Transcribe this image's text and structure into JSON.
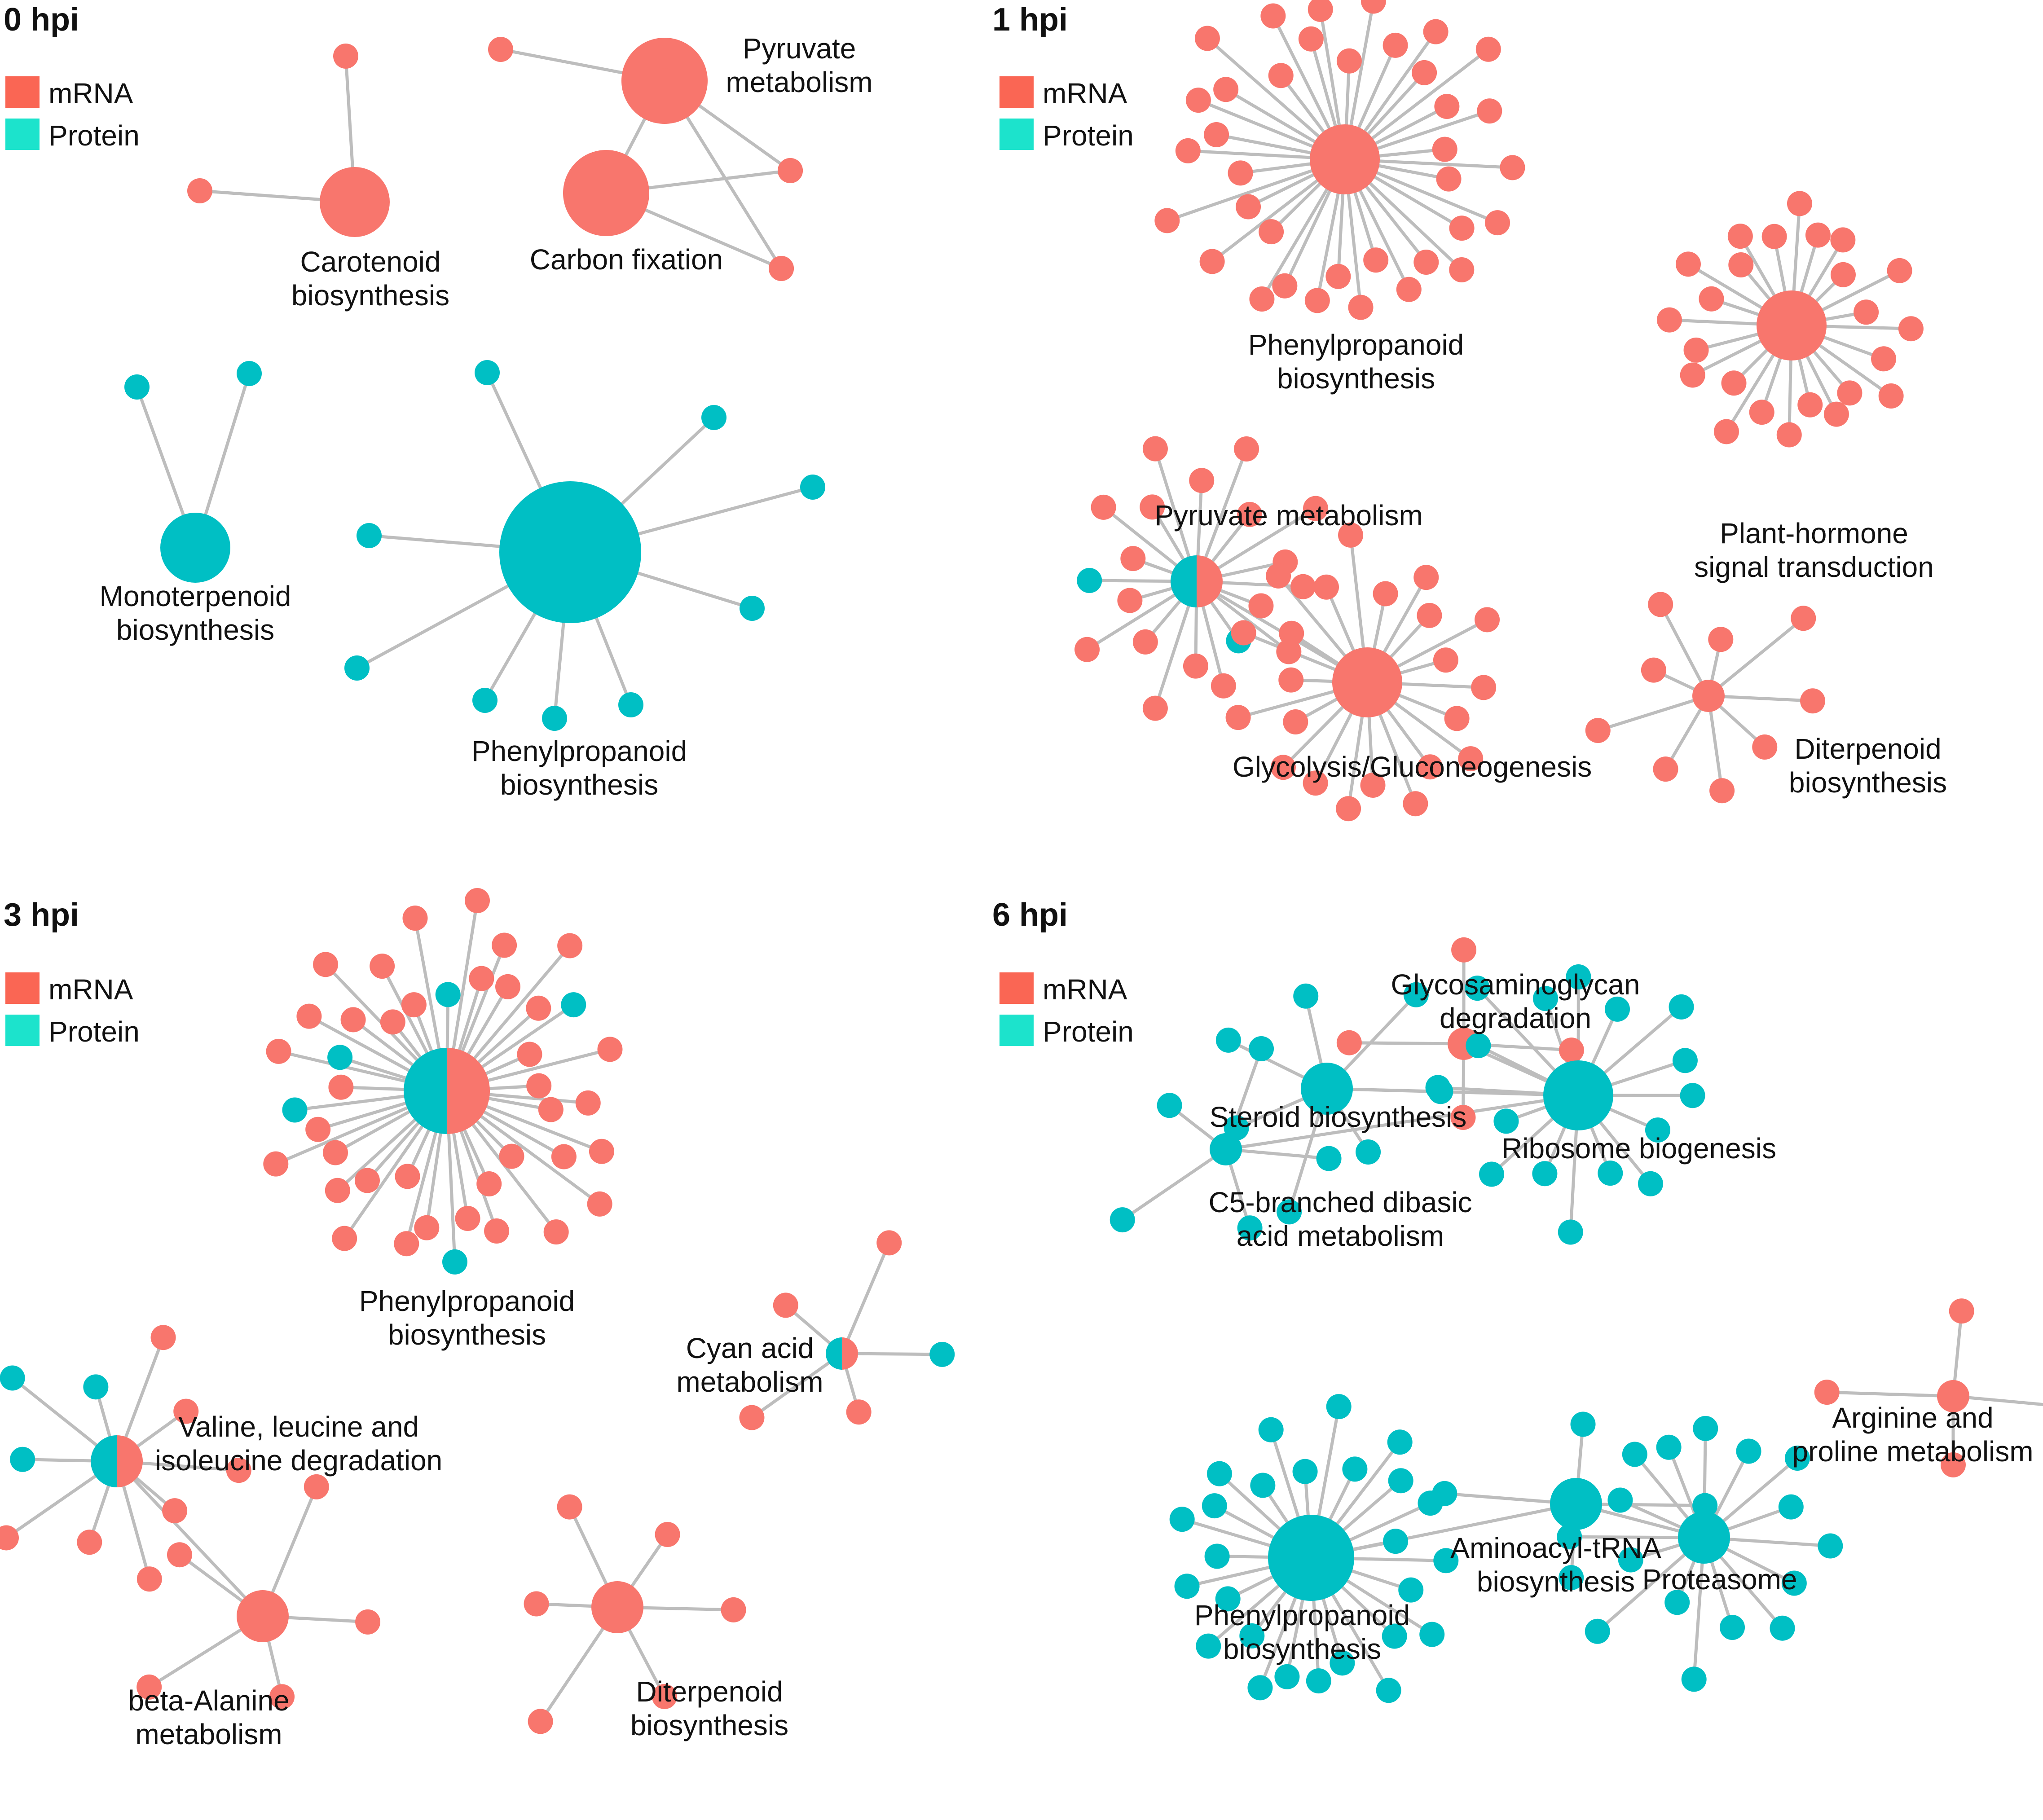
{
  "colors": {
    "mrna": "#f8766d",
    "protein": "#00bfc4",
    "edge": "#bdbdbd",
    "legend_mrna": "#fa6654",
    "legend_protein": "#1ce3cc"
  },
  "legend": {
    "mrna": "mRNA",
    "protein": "Protein"
  },
  "panels": [
    {
      "title": "0 hpi",
      "networks": [
        {
          "id": "p0-caro",
          "label": [
            "Carotenoid",
            "biosynthesis"
          ],
          "type": "mrna",
          "level": "large",
          "leaves": [
            {
              "type": "mrna"
            },
            {
              "type": "mrna"
            }
          ]
        },
        {
          "id": "p0-pyr",
          "label": [
            "Pyruvate",
            "metabolism"
          ],
          "type": "mrna",
          "level": "xlarge",
          "leaves": [
            {
              "type": "mrna"
            },
            {
              "type": "mrna"
            },
            {
              "type": "mrna"
            }
          ]
        },
        {
          "id": "p0-cfix",
          "label": [
            "Carbon fixation"
          ],
          "type": "mrna",
          "level": "xlarge",
          "leaves": [
            {
              "type": "mrna"
            },
            {
              "type": "mrna"
            },
            {
              "type": "mrna"
            }
          ]
        },
        {
          "id": "p0-mono",
          "label": [
            "Monoterpenoid",
            "biosynthesis"
          ],
          "type": "protein",
          "level": "large",
          "leaves": [
            {
              "type": "protein"
            },
            {
              "type": "protein"
            }
          ]
        },
        {
          "id": "p0-phen",
          "label": [
            "Phenylpropanoid",
            "biosynthesis"
          ],
          "type": "protein",
          "level": "huge",
          "leaves": [
            {
              "type": "protein"
            },
            {
              "type": "protein"
            },
            {
              "type": "protein"
            },
            {
              "type": "protein"
            },
            {
              "type": "protein"
            },
            {
              "type": "protein"
            },
            {
              "type": "protein"
            },
            {
              "type": "protein"
            },
            {
              "type": "protein"
            }
          ]
        }
      ]
    },
    {
      "title": "1 hpi",
      "networks": [
        {
          "id": "p1-phen",
          "label": [
            "Phenylpropanoid",
            "biosynthesis"
          ],
          "type": "mrna",
          "level": "large",
          "leaves_count": 36,
          "leaf_type": "mrna"
        },
        {
          "id": "p1-horm",
          "label": [
            "Plant-hormone",
            "signal transduction"
          ],
          "type": "mrna",
          "level": "large",
          "leaves_count": 24,
          "leaf_type": "mrna"
        },
        {
          "id": "p1-pyr",
          "label": [
            "Pyruvate metabolism"
          ],
          "type": "both",
          "level": "medium",
          "leaves_count": 20,
          "leaf_type": "mixed"
        },
        {
          "id": "p1-glyc",
          "label": [
            "Glycolysis/Gluconeogenesis"
          ],
          "type": "mrna",
          "level": "large",
          "leaves_count": 22,
          "leaf_type": "mrna"
        },
        {
          "id": "p1-diter",
          "label": [
            "Diterpenoid",
            "biosynthesis"
          ],
          "type": "mrna",
          "level": "small",
          "leaves_count": 9,
          "leaf_type": "mrna"
        }
      ]
    },
    {
      "title": "3 hpi",
      "networks": [
        {
          "id": "p3-phen",
          "label": [
            "Phenylpropanoid",
            "biosynthesis"
          ],
          "type": "both",
          "level": "xlarge",
          "leaves_count": 42,
          "leaf_type": "mixed"
        },
        {
          "id": "p3-cyan",
          "label": [
            "Cyan acid",
            "metabolism"
          ],
          "type": "both",
          "level": "small",
          "leaves_count": 5,
          "leaf_type": "mixed"
        },
        {
          "id": "p3-val",
          "label": [
            "Valine, leucine and",
            "isoleucine degradation"
          ],
          "type": "both",
          "level": "medium",
          "leaves_count": 10,
          "leaf_type": "mixed"
        },
        {
          "id": "p3-bala",
          "label": [
            "beta-Alanine",
            "metabolism"
          ],
          "type": "mrna",
          "level": "medium",
          "leaves_count": 5,
          "leaf_type": "mrna"
        },
        {
          "id": "p3-diter",
          "label": [
            "Diterpenoid",
            "biosynthesis"
          ],
          "type": "mrna",
          "level": "medium",
          "leaves_count": 6,
          "leaf_type": "mrna"
        }
      ]
    },
    {
      "title": "6 hpi",
      "networks": [
        {
          "id": "p6-glyco",
          "label": [
            "Glycosaminoglycan",
            "degradation"
          ],
          "type": "mrna",
          "level": "small",
          "leaves_count": 4,
          "leaf_type": "mixed"
        },
        {
          "id": "p6-ster",
          "label": [
            "Steroid biosynthesis"
          ],
          "type": "protein",
          "level": "medium",
          "leaves_count": 7,
          "leaf_type": "protein"
        },
        {
          "id": "p6-ribo",
          "label": [
            "Ribosome biogenesis"
          ],
          "type": "protein",
          "level": "large",
          "leaves_count": 16,
          "leaf_type": "protein"
        },
        {
          "id": "p6-c5",
          "label": [
            "C5-branched dibasic",
            "acid metabolism"
          ],
          "type": "protein",
          "level": "small",
          "leaves_count": 5,
          "leaf_type": "protein"
        },
        {
          "id": "p6-arg",
          "label": [
            "Arginine and",
            "proline metabolism"
          ],
          "type": "mrna",
          "level": "small",
          "leaves_count": 4,
          "leaf_type": "mrna"
        },
        {
          "id": "p6-phen",
          "label": [
            "Phenylpropanoid",
            "biosynthesis"
          ],
          "type": "protein",
          "level": "xlarge",
          "leaves_count": 26,
          "leaf_type": "protein"
        },
        {
          "id": "p6-amino",
          "label": [
            "Aminoacyl-tRNA",
            "biosynthesis"
          ],
          "type": "protein",
          "level": "medium",
          "leaves_count": 4,
          "leaf_type": "protein"
        },
        {
          "id": "p6-prot",
          "label": [
            "Proteasome"
          ],
          "type": "protein",
          "level": "medium",
          "leaves_count": 16,
          "leaf_type": "protein"
        }
      ]
    }
  ]
}
